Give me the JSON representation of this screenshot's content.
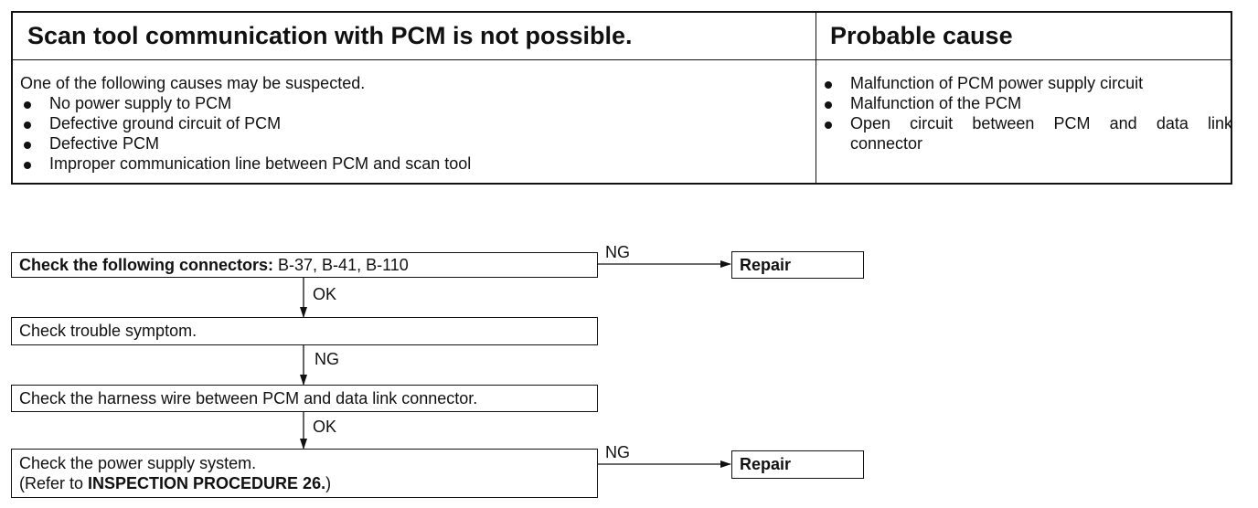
{
  "table": {
    "header_left": "Scan tool communication with PCM is  not possible.",
    "header_right": "Probable cause",
    "intro": "One of the following causes may be suspected.",
    "suspected": [
      "No power supply to PCM",
      "Defective ground circuit of PCM",
      "Defective PCM",
      "Improper communication line between PCM and scan tool"
    ],
    "causes": [
      "Malfunction of PCM power supply circuit",
      "Malfunction of the PCM",
      "Open circuit between PCM and data link",
      "connector"
    ]
  },
  "flow": {
    "step1_bold": "Check the following connectors:",
    "step1_rest": " B-37, B-41, B-110",
    "step2": "Check trouble symptom.",
    "step3": "Check the harness wire between PCM and data link connector.",
    "step4_line1": "Check the power supply system.",
    "step4_prefix": "(Refer to ",
    "step4_bold": "INSPECTION PROCEDURE 26.",
    "step4_suffix": ")",
    "repair1": "Repair",
    "repair2": "Repair",
    "label_ng1": "NG",
    "label_ok1": "OK",
    "label_ng2": "NG",
    "label_ok2": "OK",
    "label_ng3": "NG"
  }
}
